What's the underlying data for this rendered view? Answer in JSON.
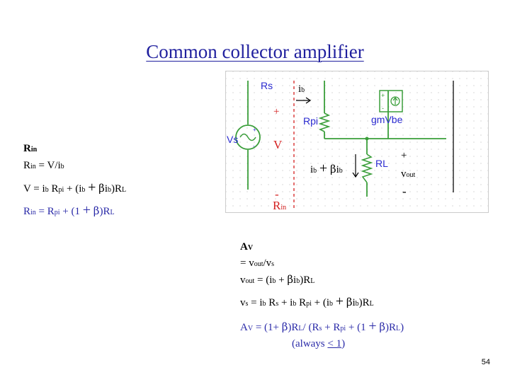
{
  "title": "Common collector amplifier",
  "page_number": "54",
  "rin_section": {
    "heading_main": "R",
    "heading_sub": "in",
    "eq1": {
      "a": "R",
      "a_sub": "in",
      "b": " = V/i",
      "b_sub": "b"
    },
    "eq2": {
      "p1": "V = i",
      "s1": "b",
      "p2": " R",
      "s2": "pi",
      "p3": " + (i",
      "s3": "b",
      "p4": "+",
      "p5": "β",
      "p6": "i",
      "s6": "b",
      "p7": ")R",
      "s7": "L"
    },
    "eq3": {
      "p1": "R",
      "s1": "in",
      "p2": " = R",
      "s2": "pi",
      "p3": " + (1 ",
      "p4": "+",
      "p5": "β",
      "p6": ")R",
      "s6": "L"
    }
  },
  "av_section": {
    "heading_main": "A",
    "heading_sub": "V",
    "line1": {
      "p1": "= v",
      "s1": "out",
      "p2": "/v",
      "s2": "s"
    },
    "line2": {
      "p1": "v",
      "s1": "out",
      "p2": " = (i",
      "s2": "b",
      "p3": " + ",
      "p4": "β",
      "p5": "i",
      "s5": "b",
      "p6": ")R",
      "s6": "L"
    },
    "line3": {
      "p1": "v",
      "s1": "s",
      "p2": " = i",
      "s2": "b",
      "p3": " R",
      "s3": "s",
      "p4": " + i",
      "s4": "b",
      "p5": " R",
      "s5": "pi",
      "p6": " + (i",
      "s6": "b",
      "p7": "+",
      "p8": "β",
      "p9": "i",
      "s9": "b",
      "p10": ")R",
      "s10": "L"
    },
    "line4": {
      "p1": "A",
      "s1": "V",
      "p2": " = (1+ ",
      "p3": "β",
      "p4": ")R",
      "s4": "L",
      "p5": "/ (R",
      "s5": "s",
      "p6": " + R",
      "s6": "pi",
      "p7": " + (1 ",
      "p8": "+",
      "p9": "β",
      "p10": ")R",
      "s10": "L",
      "p11": ")"
    },
    "line5": {
      "p1": "(always ",
      "p2": "< 1",
      "p3": ")"
    }
  },
  "circuit": {
    "rs_label": "Rs",
    "vs_label": "Vs",
    "rpi_label": "Rpi",
    "gm_label": "gmVbe",
    "rl_label": "RL",
    "plus_top": "+",
    "v_label": "V",
    "minus_mid": "-",
    "rin_main": "R",
    "rin_sub": "in",
    "ib_top_main": "i",
    "ib_top_sub": "b",
    "ib_mid": {
      "p1": "i",
      "s1": "b",
      "p2": "+",
      "p3": "β",
      "p4": "i",
      "s4": "b"
    },
    "vout_plus": "+",
    "vout_main": "v",
    "vout_sub": "out",
    "vout_minus": "-",
    "src_plus": "+",
    "src_minus": "-",
    "colors": {
      "wire": "#3a9e3a",
      "label_blue": "#2a2ad0",
      "accent_red": "#d42020",
      "frame": "#cccccc"
    }
  }
}
